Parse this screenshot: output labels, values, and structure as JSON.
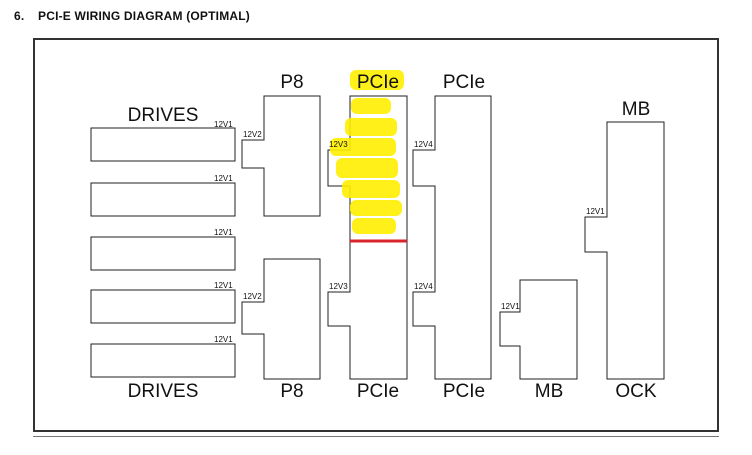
{
  "section": {
    "number": "6.",
    "title": "PCI-E WIRING DIAGRAM (OPTIMAL)"
  },
  "labels": {
    "drives_top": "DRIVES",
    "drives_bottom": "DRIVES",
    "p8_top": "P8",
    "p8_bottom": "P8",
    "pcie_a_top": "PCIe",
    "pcie_a_bottom": "PCIe",
    "pcie_b_top": "PCIe",
    "pcie_b_bottom": "PCIe",
    "mb_top": "MB",
    "mb_small_bottom": "MB",
    "ock_bottom": "OCK"
  },
  "rails": {
    "drive1": "12V1",
    "drive2": "12V1",
    "drive3": "12V1",
    "drive4": "12V1",
    "drive5": "12V1",
    "p8_top": "12V2",
    "p8_bottom": "12V2",
    "pcie_a_top": "12V3",
    "pcie_a_bottom": "12V3",
    "pcie_b_top": "12V4",
    "pcie_b_bottom": "12V4",
    "mb_small": "12V1",
    "mb_big": "12V1"
  },
  "annotations": {
    "highlight_color": "#ffee00",
    "underline_color": "#d8242b"
  }
}
